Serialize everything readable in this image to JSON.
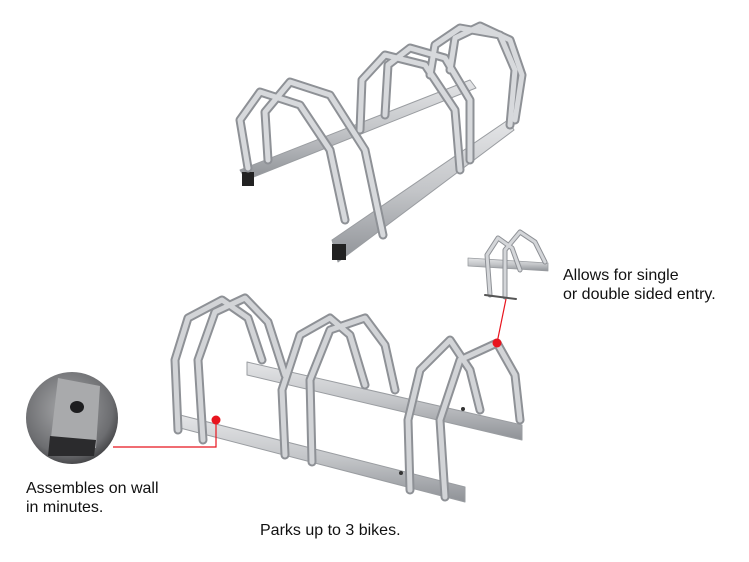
{
  "image": {
    "subject": "Silver steel bicycle parking rack",
    "background_color": "#ffffff",
    "metal_color": "#c8cacd",
    "metal_shadow_color": "#8e9196",
    "accent_color": "#e8141e"
  },
  "captions": {
    "entry": {
      "line1": "Allows for single",
      "line2": "or double sided entry."
    },
    "wall": {
      "line1": "Assembles on wall",
      "line2": "in minutes."
    },
    "parks": {
      "text": "Parks up to 3 bikes."
    }
  },
  "callouts": [
    {
      "name": "wall-mount-callout",
      "dot": [
        216,
        420
      ],
      "detail": "closeup-of-bar-end-with-mounting-hole"
    },
    {
      "name": "double-entry-callout",
      "dot": [
        497,
        343
      ],
      "detail": "small-rack-inset"
    }
  ]
}
